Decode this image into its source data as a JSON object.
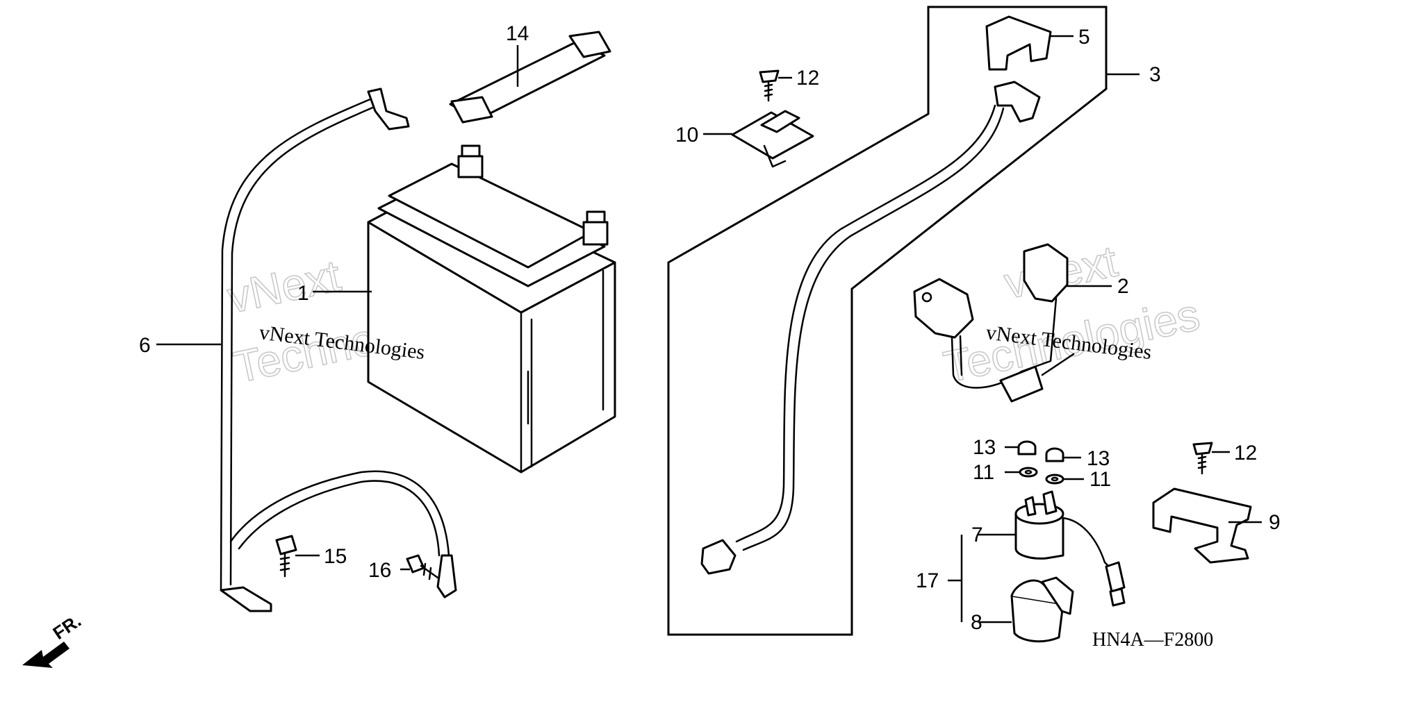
{
  "callouts": {
    "c1": "1",
    "c2": "2",
    "c3": "3",
    "c5": "5",
    "c6": "6",
    "c7": "7",
    "c8": "8",
    "c9": "9",
    "c10": "10",
    "c11a": "11",
    "c11b": "11",
    "c12a": "12",
    "c12b": "12",
    "c13a": "13",
    "c13b": "13",
    "c14": "14",
    "c15": "15",
    "c16": "16",
    "c17": "17"
  },
  "diagram_code": "HN4A—F2800",
  "front_label": "FR.",
  "watermarks": {
    "w1_top": "vNext",
    "w1_mid": "vNext Technologies",
    "w1_big": "Technologies",
    "w2_top": "vNext",
    "w2_mid": "vNext Technologies",
    "w2_big": "Technologies"
  }
}
